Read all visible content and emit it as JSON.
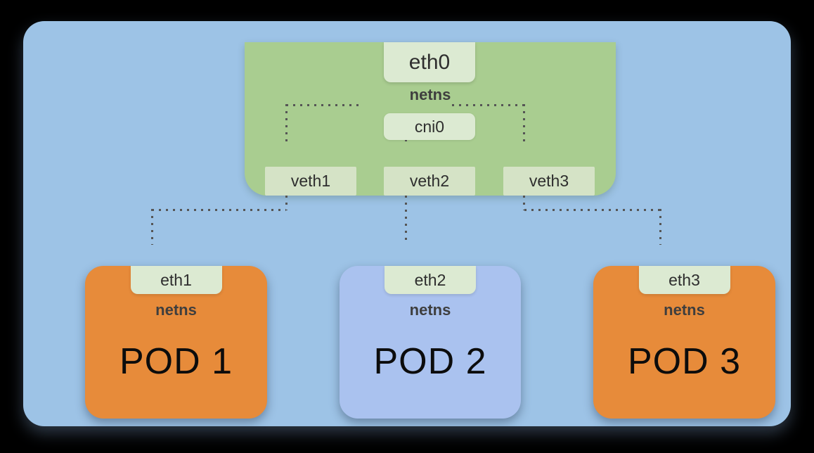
{
  "root_netns": {
    "uplink_interface": "eth0",
    "namespace_label": "netns",
    "bridge": "cni0",
    "veth_interfaces": [
      "veth1",
      "veth2",
      "veth3"
    ]
  },
  "pods": [
    {
      "name": "POD 1",
      "interface": "eth1",
      "namespace_label": "netns",
      "variant": "orange"
    },
    {
      "name": "POD 2",
      "interface": "eth2",
      "namespace_label": "netns",
      "variant": "blue"
    },
    {
      "name": "POD 3",
      "interface": "eth3",
      "namespace_label": "netns",
      "variant": "orange"
    }
  ],
  "colors": {
    "canvas_bg": "#000000",
    "node_fill": "#9dc3e6",
    "root_netns_fill": "#a9cd90",
    "interface_label_fill": "#dcead2",
    "veth_label_fill": "#d5e3c6",
    "pod_orange_fill": "#e78b3a",
    "pod_blue_fill": "#aac2ef",
    "dotted_link": "#555555",
    "netns_text": "#3e3e3e",
    "interface_text": "#2e2e2e",
    "pod_name_text": "#0c0c0c"
  }
}
